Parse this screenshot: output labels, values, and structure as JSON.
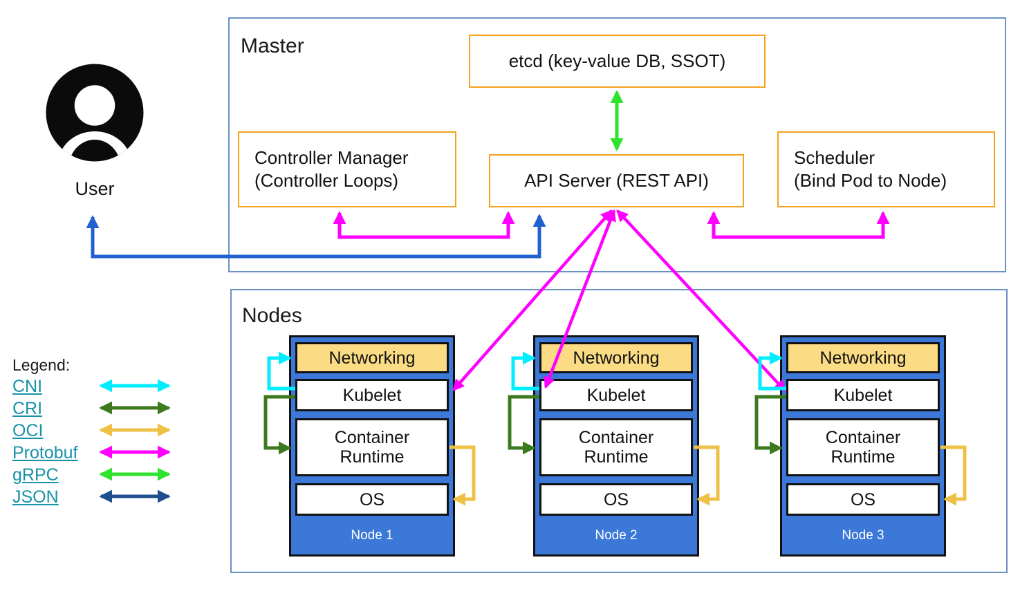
{
  "titles": {
    "master": "Master",
    "nodes": "Nodes",
    "user": "User"
  },
  "master_boxes": {
    "etcd": "etcd (key-value DB, SSOT)",
    "api_server": "API Server (REST API)",
    "controller_manager": [
      "Controller Manager",
      "(Controller Loops)"
    ],
    "scheduler": [
      "Scheduler",
      "(Bind Pod to Node)"
    ]
  },
  "nodes": [
    {
      "label": "Node 1",
      "networking": "Networking",
      "kubelet": "Kubelet",
      "container_runtime": "Container Runtime",
      "os": "OS"
    },
    {
      "label": "Node 2",
      "networking": "Networking",
      "kubelet": "Kubelet",
      "container_runtime": "Container Runtime",
      "os": "OS"
    },
    {
      "label": "Node 3",
      "networking": "Networking",
      "kubelet": "Kubelet",
      "container_runtime": "Container Runtime",
      "os": "OS"
    }
  ],
  "legend": {
    "title": "Legend:",
    "items": [
      {
        "label": "CNI"
      },
      {
        "label": "CRI"
      },
      {
        "label": "OCI"
      },
      {
        "label": "Protobuf"
      },
      {
        "label": "gRPC"
      },
      {
        "label": "JSON"
      }
    ]
  },
  "colors": {
    "cni": "#00eeff",
    "cri": "#3d7a1f",
    "oci": "#eec045",
    "protobuf": "#ff00ff",
    "grpc": "#2ee32e",
    "json": "#1d4f8e",
    "user_arrow": "#2161cf",
    "box_border": "#f6a21d",
    "frame_border": "#6b90c4",
    "node_fill": "#3c78d8",
    "networking_fill": "#fbdc85",
    "legend_link": "#1792a8"
  }
}
